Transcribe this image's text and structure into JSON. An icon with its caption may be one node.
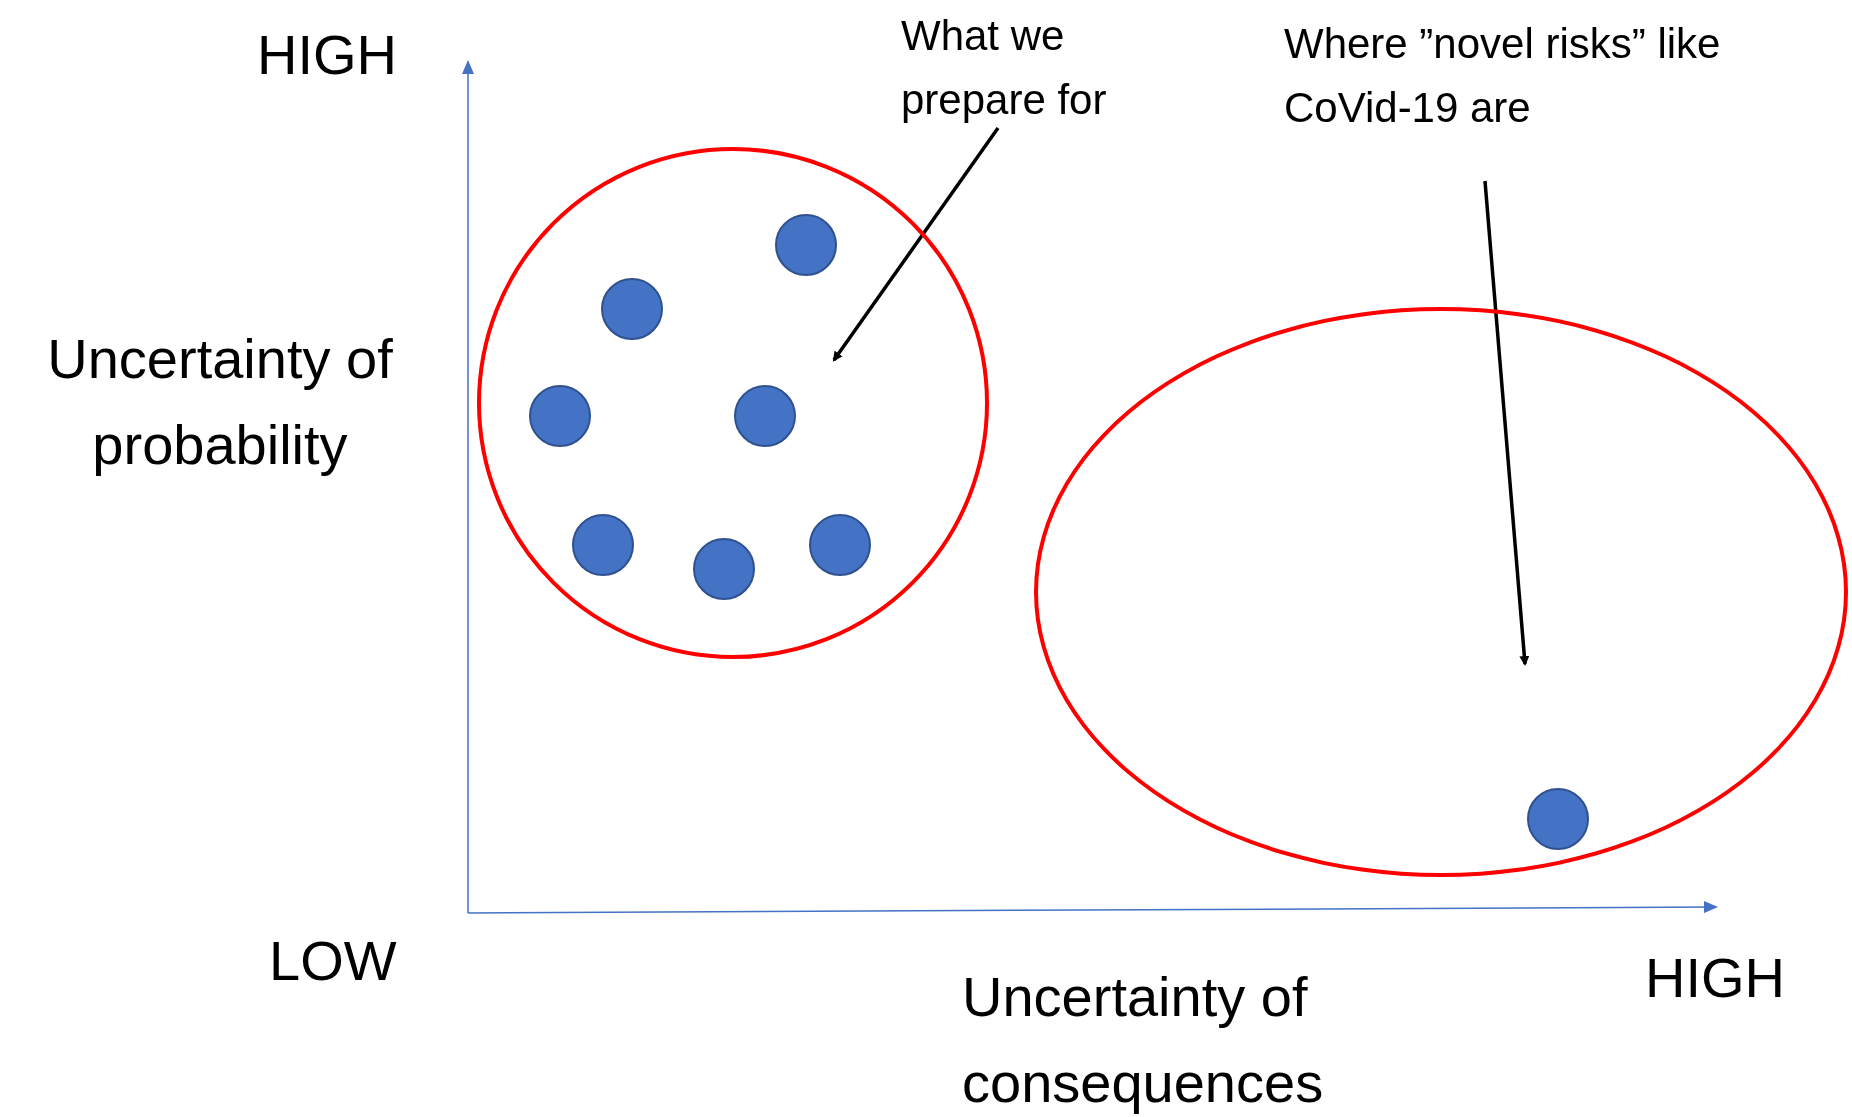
{
  "diagram": {
    "nodes": [
      {
        "text": [
          "What we prepare for"
        ]
      },
      {
        "text": [
          "Where ”novel risks” like CoVid-19 are"
        ]
      },
      {
        "text": [],
        "shape": "circle"
      },
      {
        "text": [],
        "shape": "ellipse"
      },
      {
        "text": [],
        "shape": "circle",
        "in": 2
      },
      {
        "text": [],
        "shape": "circle",
        "in": 2
      },
      {
        "text": [],
        "shape": "circle",
        "in": 2
      },
      {
        "text": [],
        "shape": "circle",
        "in": 2
      },
      {
        "text": [],
        "shape": "circle",
        "in": 2
      },
      {
        "text": [],
        "shape": "circle",
        "in": 2
      },
      {
        "text": [],
        "shape": "circle",
        "in": 2
      },
      {
        "text": [],
        "shape": "circle",
        "in": 3
      }
    ],
    "edges": [
      {
        "from": 0,
        "to": 2,
        "arrow": "to"
      },
      {
        "from": 1,
        "to": 3,
        "arrow": "to"
      }
    ],
    "labels": [
      "HIGH",
      "Uncertainty of probability",
      "LOW",
      "Uncertainty of consequences",
      "HIGH"
    ]
  }
}
